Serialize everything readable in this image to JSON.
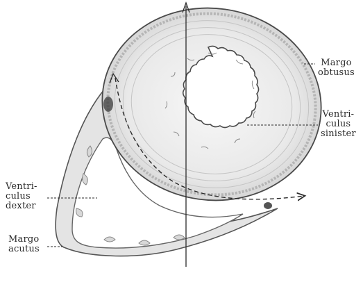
{
  "colors": {
    "ink": "#2a2a2a",
    "wall_fill": "#ececec",
    "wall_shade": "#bdbdbd",
    "background": "#ffffff"
  },
  "labels": {
    "margo_obtusus": {
      "line1": "Margo",
      "line2": "obtusus"
    },
    "ventriculus_sinister": {
      "line1": "Ventri-",
      "line2": "culus",
      "line3": "sinister"
    },
    "ventriculus_dexter": {
      "line1": "Ventri-",
      "line2": "culus",
      "line3": "dexter"
    },
    "margo_acutus": {
      "line1": "Margo",
      "line2": "acutus"
    }
  }
}
